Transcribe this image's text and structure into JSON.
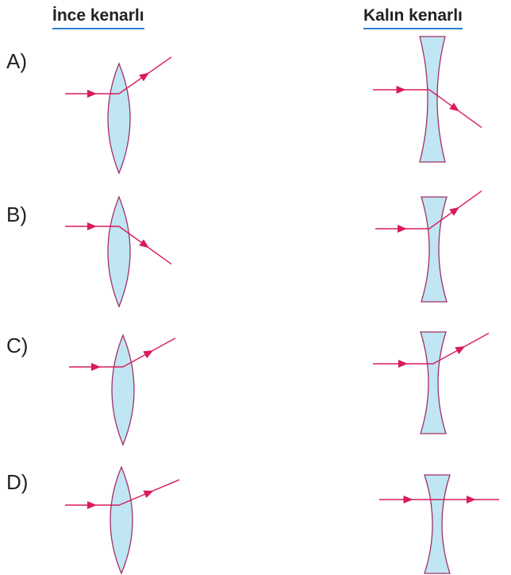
{
  "headers": {
    "left": "İnce kenarlı",
    "right": "Kalın kenarlı"
  },
  "options": [
    {
      "label": "A)",
      "thin_exit": "up",
      "thick_exit": "down"
    },
    {
      "label": "B)",
      "thin_exit": "down",
      "thick_exit": "up"
    },
    {
      "label": "C)",
      "thin_exit": "up",
      "thick_exit": "up"
    },
    {
      "label": "D)",
      "thin_exit": "up",
      "thick_exit": "straight"
    }
  ],
  "colors": {
    "ray": "#d81b60",
    "lens_fill": "#bfe6f2",
    "lens_stroke": "#a0306a",
    "header_underline": "#2b7fd6"
  }
}
